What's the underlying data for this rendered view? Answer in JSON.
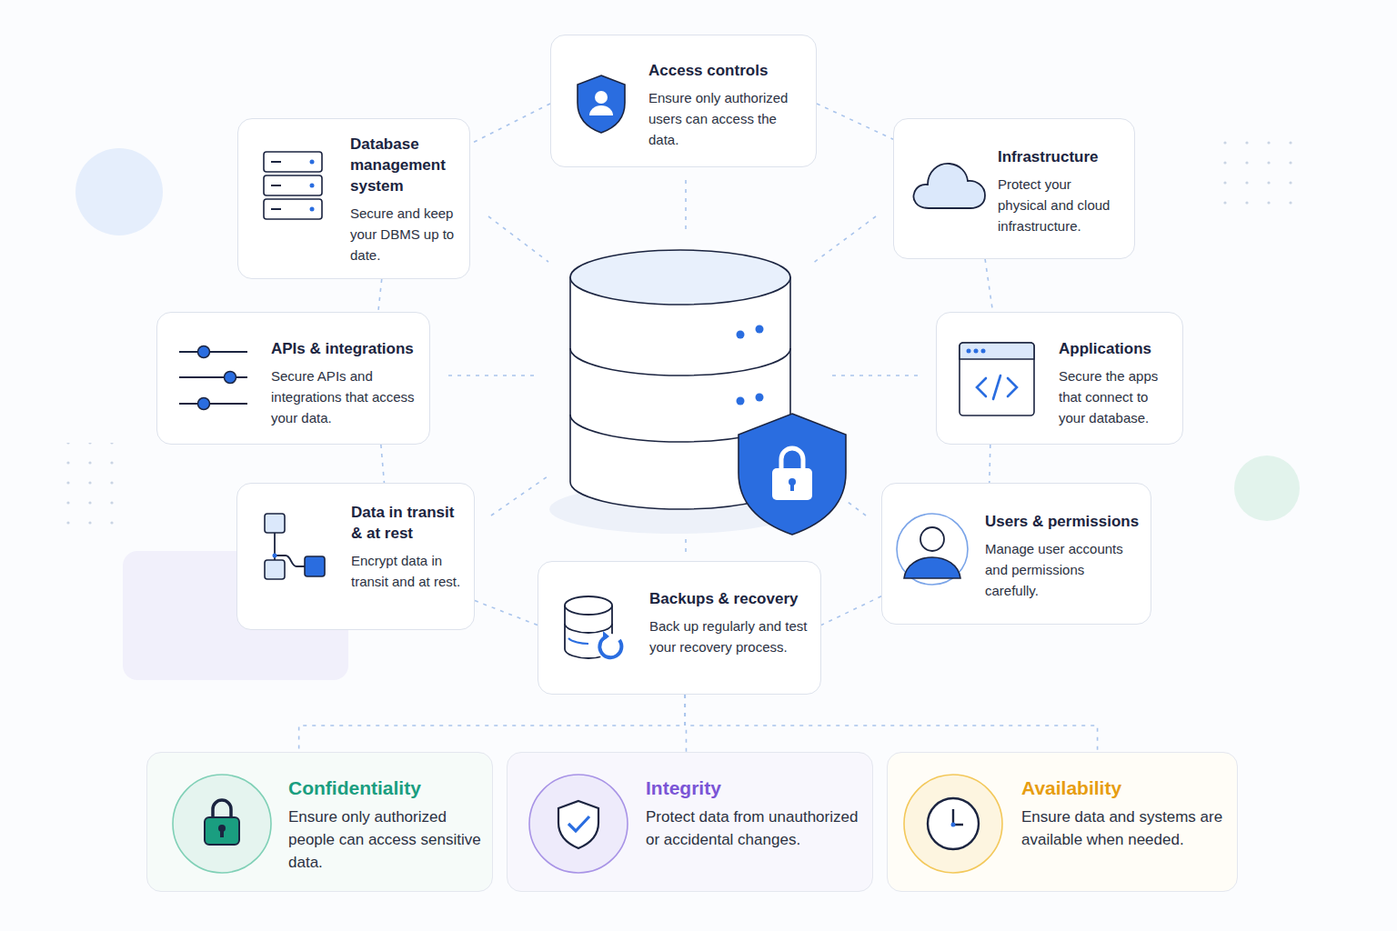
{
  "diagram": {
    "nodes": [
      {
        "text": [
          "Access controls",
          "Ensure only authorized users can access the data."
        ]
      },
      {
        "text": [
          "Database management system",
          "Secure and keep your DBMS up to date."
        ]
      },
      {
        "text": [
          "Infrastructure",
          "Protect your physical and cloud infrastructure."
        ]
      },
      {
        "text": [
          "APIs & integrations",
          "Secure APIs and integrations that access your data."
        ]
      },
      {
        "text": [
          "Applications",
          "Secure the apps that connect to your database."
        ]
      },
      {
        "text": [
          "Data in transit & at rest",
          "Encrypt data in transit and at rest."
        ]
      },
      {
        "text": [
          "Users & permissions",
          "Manage user accounts and permissions carefully."
        ]
      },
      {
        "text": [
          "Backups & recovery",
          "Back up regularly and test your recovery process."
        ]
      },
      {
        "text": [
          "Confidentiality",
          "Ensure only authorized people can access sensitive data."
        ]
      },
      {
        "text": [
          "Integrity",
          "Protect data from unauthorized or accidental changes."
        ]
      },
      {
        "text": [
          "Availability",
          "Ensure data and systems are available when needed."
        ]
      }
    ],
    "edges": [
      {
        "from": 0,
        "to": 1,
        "arrow": "none"
      },
      {
        "from": 0,
        "to": 2,
        "arrow": "none"
      },
      {
        "from": 1,
        "to": 3,
        "arrow": "none"
      },
      {
        "from": 2,
        "to": 4,
        "arrow": "none"
      },
      {
        "from": 3,
        "to": 5,
        "arrow": "none"
      },
      {
        "from": 4,
        "to": 6,
        "arrow": "none"
      },
      {
        "from": 5,
        "to": 7,
        "arrow": "none"
      },
      {
        "from": 6,
        "to": 7,
        "arrow": "none"
      },
      {
        "from": 7,
        "to": 8,
        "arrow": "none"
      },
      {
        "from": 7,
        "to": 9,
        "arrow": "none"
      },
      {
        "from": 7,
        "to": 10,
        "arrow": "none"
      }
    ]
  }
}
